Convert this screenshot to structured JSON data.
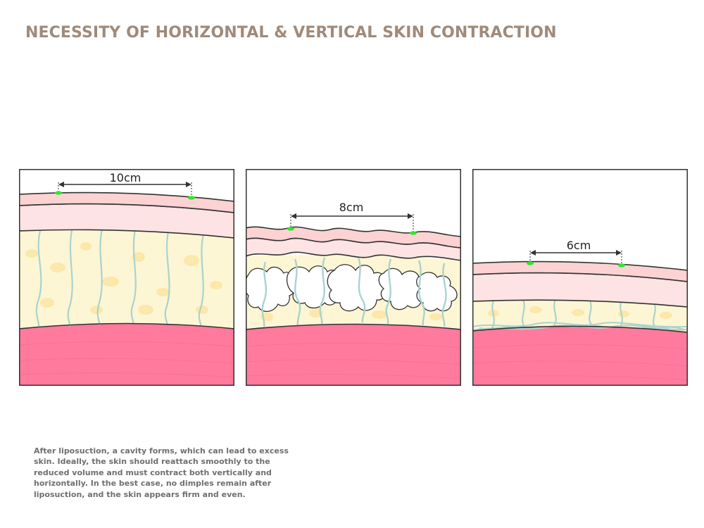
{
  "title": "NECESSITY OF HORIZONTAL & VERTICAL SKIN CONTRACTION",
  "caption": "After liposuction, a cavity forms, which can lead to excess skin. Ideally, the skin should reattach smoothly to the reduced volume and must contract both vertically and horizontally. In the best case, no dimples remain after liposuction, and the skin appears firm and even.",
  "panels": [
    {
      "measurement": "10cm"
    },
    {
      "measurement": "8cm"
    },
    {
      "measurement": "6cm"
    }
  ],
  "colors": {
    "title": "#a08a79",
    "caption": "#6f6f6f",
    "skin": "#fde3e3",
    "fat": "#fdf6d4",
    "fat_spots": "#fbe5a0",
    "muscle": "#ff7a9c",
    "septa": "#a9d3cf",
    "marker": "#2ee82a",
    "outline": "#333333"
  },
  "icons": [
    "double-arrow-icon",
    "skin-marker-icon"
  ]
}
